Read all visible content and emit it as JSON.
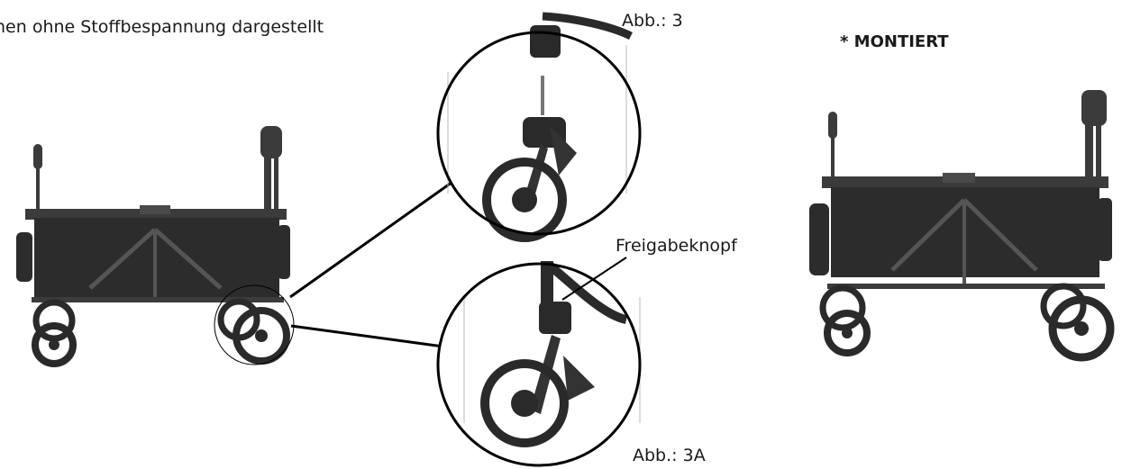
{
  "captions": {
    "top_note": "nen ohne Stoffbespannung dargestellt",
    "fig_3": "Abb.: 3",
    "mounted": "* MONTIERT",
    "release_button": "Freigabeknopf",
    "fig_3a": "Abb.: 3A"
  },
  "colors": {
    "frame": "#3b3b3b",
    "fabric": "#2c2c2c",
    "wheel": "#2a2a2a",
    "line": "#000000"
  }
}
